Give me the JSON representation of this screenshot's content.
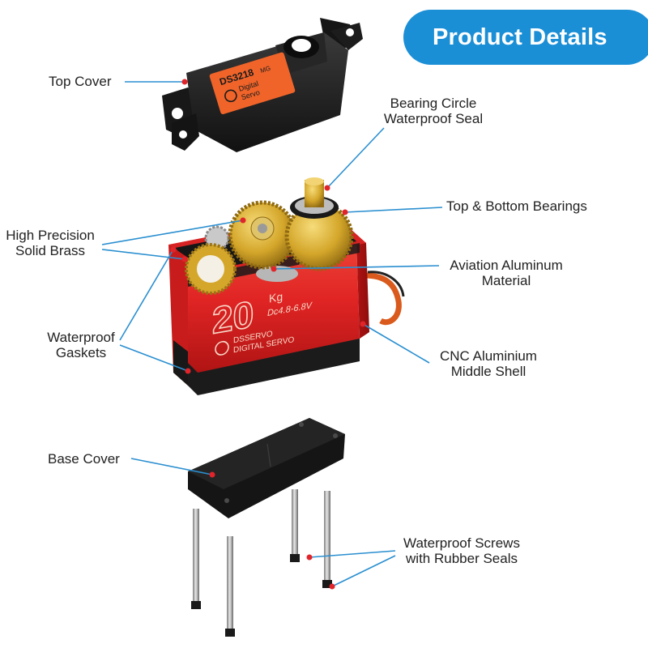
{
  "header": {
    "title": "Product Details"
  },
  "colors": {
    "accent": "#1b8fd6",
    "leader": "#2a8fd0",
    "housing_red": "#e02a2a",
    "brass": "#d4a62a",
    "plastic_black": "#1f1f1f"
  },
  "cover_label": {
    "model": "DS3218",
    "model_suffix": "MG",
    "line1": "Digital",
    "line2": "Servo"
  },
  "servo_branding": {
    "torque": "20",
    "unit": "Kg",
    "voltage": "Dc4.8-6.8V",
    "brand": "DSSERVO",
    "type": "DIGITAL SERVO"
  },
  "callouts": [
    {
      "id": "top-cover",
      "lines": [
        "Top Cover"
      ]
    },
    {
      "id": "bearing-seal",
      "lines": [
        "Bearing Circle",
        "Waterproof Seal"
      ]
    },
    {
      "id": "bearings",
      "lines": [
        "Top & Bottom Bearings"
      ]
    },
    {
      "id": "brass",
      "lines": [
        "High Precision",
        "Solid Brass"
      ]
    },
    {
      "id": "aluminum",
      "lines": [
        "Aviation Aluminum",
        "Material"
      ]
    },
    {
      "id": "gaskets",
      "lines": [
        "Waterproof",
        "Gaskets"
      ]
    },
    {
      "id": "cnc-shell",
      "lines": [
        "CNC Aluminium",
        "Middle Shell"
      ]
    },
    {
      "id": "base-cover",
      "lines": [
        "Base Cover"
      ]
    },
    {
      "id": "screws",
      "lines": [
        "Waterproof Screws",
        "with Rubber Seals"
      ]
    }
  ]
}
